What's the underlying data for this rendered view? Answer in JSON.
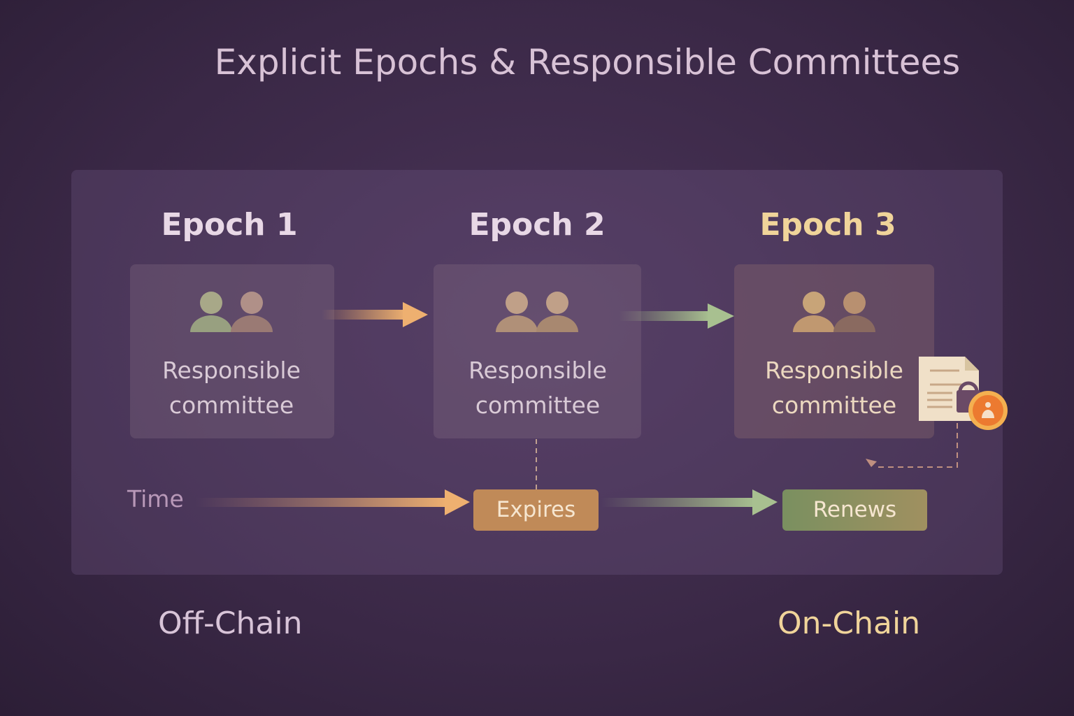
{
  "title": "Explicit Epochs & Responsible Committees",
  "epochs": [
    {
      "label": "Epoch 1",
      "committee_line1": "Responsible",
      "committee_line2": "committee"
    },
    {
      "label": "Epoch 2",
      "committee_line1": "Responsible",
      "committee_line2": "committee"
    },
    {
      "label": "Epoch 3",
      "committee_line1": "Responsible",
      "committee_line2": "committee"
    }
  ],
  "timeline": {
    "time_label": "Time",
    "expires_label": "Expires",
    "renews_label": "Renews"
  },
  "footer": {
    "off_chain": "Off-Chain",
    "on_chain": "On-Chain"
  },
  "colors": {
    "orange": "#e8a860",
    "green": "#9cb080",
    "epoch3": "#f0d49a",
    "background": "#3a2846"
  }
}
